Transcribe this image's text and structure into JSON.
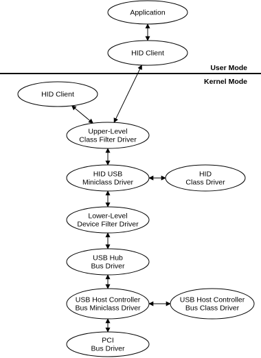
{
  "modes": {
    "user": "User Mode",
    "kernel": "Kernel Mode"
  },
  "nodes": {
    "application": [
      "Application"
    ],
    "hid_client_user": [
      "HID Client"
    ],
    "hid_client_kernel": [
      "HID Client"
    ],
    "upper_filter": [
      "Upper-Level",
      "Class Filter Driver"
    ],
    "hid_usb_miniclass": [
      "HID USB",
      "Miniclass Driver"
    ],
    "hid_class": [
      "HID",
      "Class Driver"
    ],
    "lower_filter": [
      "Lower-Level",
      "Device Filter Driver"
    ],
    "usb_hub": [
      "USB Hub",
      "Bus Driver"
    ],
    "host_miniclass": [
      "USB Host Controller",
      "Bus Miniclass Driver"
    ],
    "host_class": [
      "USB Host Controller",
      "Bus Class Driver"
    ],
    "pci": [
      "PCI",
      "Bus Driver"
    ]
  },
  "edges": [
    [
      "application",
      "hid_client_user"
    ],
    [
      "hid_client_user",
      "upper_filter"
    ],
    [
      "hid_client_kernel",
      "upper_filter"
    ],
    [
      "upper_filter",
      "hid_usb_miniclass"
    ],
    [
      "hid_usb_miniclass",
      "hid_class"
    ],
    [
      "hid_usb_miniclass",
      "lower_filter"
    ],
    [
      "lower_filter",
      "usb_hub"
    ],
    [
      "usb_hub",
      "host_miniclass"
    ],
    [
      "host_miniclass",
      "host_class"
    ],
    [
      "host_miniclass",
      "pci"
    ]
  ]
}
